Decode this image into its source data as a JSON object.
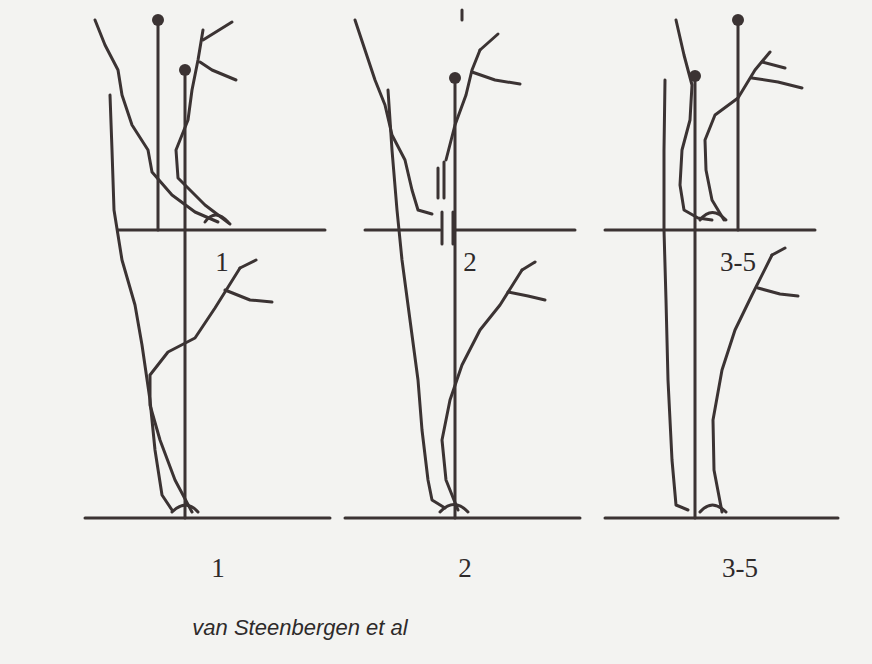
{
  "diagram": {
    "caption": "van Steenbergen et al",
    "labels": [
      "1",
      "2",
      "3-5",
      "1",
      "2",
      "3-5"
    ]
  }
}
